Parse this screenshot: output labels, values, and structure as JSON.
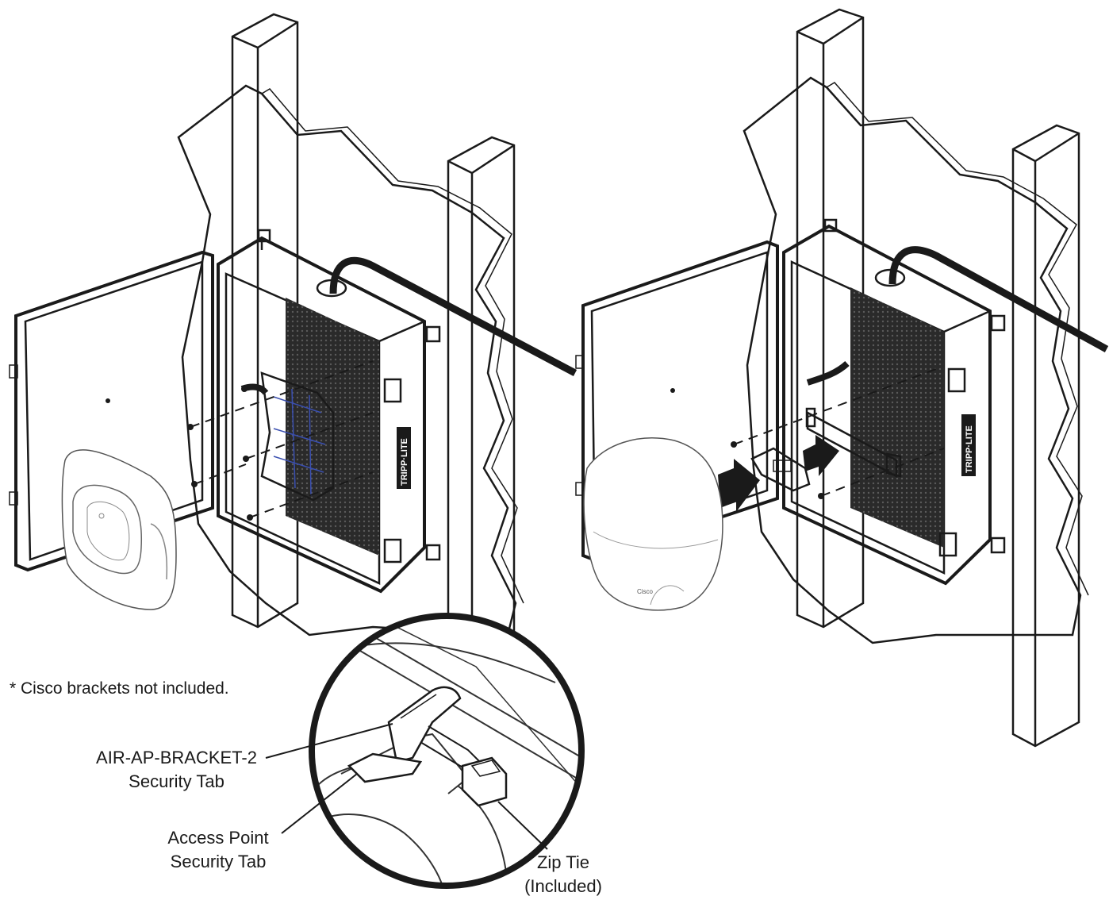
{
  "footnote": "* Cisco brackets not included.",
  "callouts": {
    "bracket_tab": {
      "line1": "AIR-AP-BRACKET-2",
      "line2": "Security Tab"
    },
    "ap_tab": {
      "line1": "Access Point",
      "line2": "Security Tab"
    },
    "zip_tie": {
      "line1": "Zip Tie",
      "line2": "(Included)"
    }
  },
  "enclosure_brand": "TRIPP·LITE",
  "colors": {
    "line": "#1a1a1a",
    "background": "#ffffff",
    "bracket_accent": "#3a4fb0"
  }
}
